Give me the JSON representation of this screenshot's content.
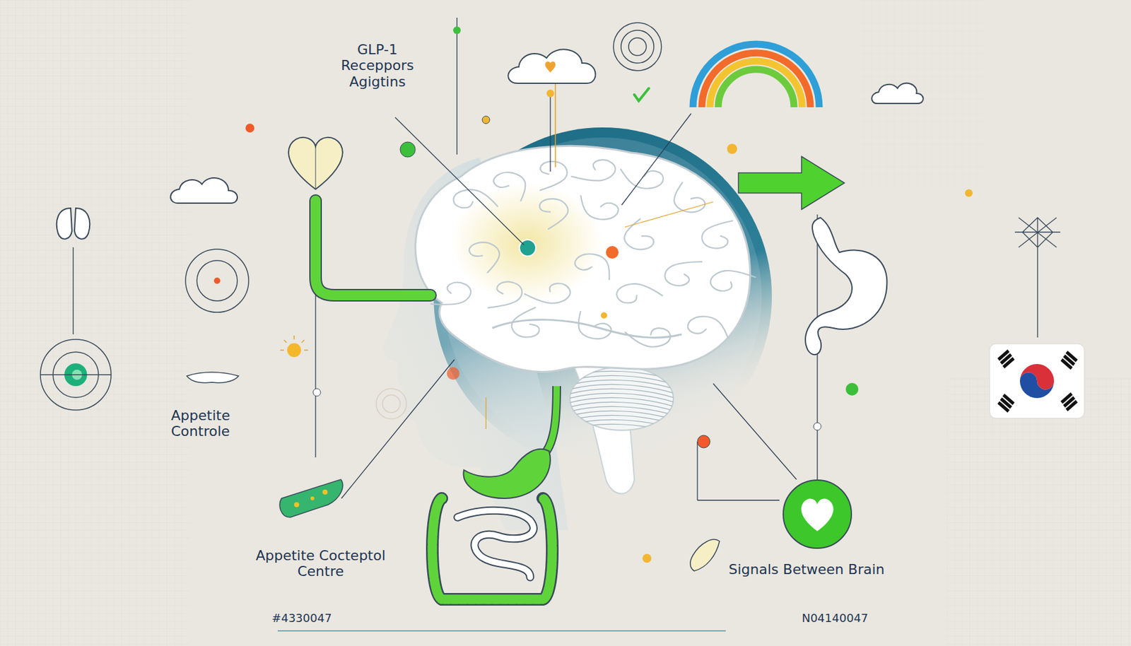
{
  "diagram": {
    "labels": [
      "GLP-1 Receppors Agigtins",
      "Appetite Controle",
      "Appetite Cocteptol Centre",
      "Signals Between Brain",
      "#4330047",
      "N04140047"
    ]
  }
}
